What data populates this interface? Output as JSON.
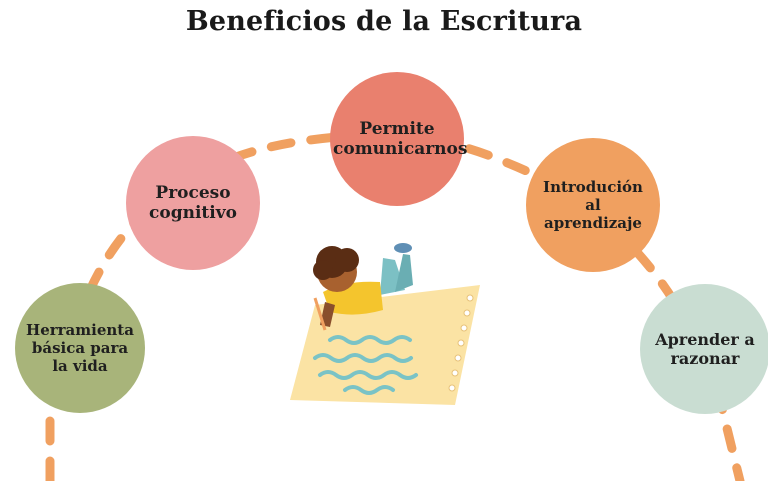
{
  "title": "Beneficios de la Escritura",
  "colors": {
    "dash": "#f0a060",
    "node_1": "#a8b47a",
    "node_2": "#eea0a0",
    "node_3": "#e9806e",
    "node_4": "#f0a060",
    "node_5": "#c9ddd2"
  },
  "nodes": [
    {
      "label": "Herramienta básica para la vida"
    },
    {
      "label": "Proceso cognitivo"
    },
    {
      "label": "Permite comunicarnos"
    },
    {
      "label": "Introdución al aprendizaje"
    },
    {
      "label": "Aprender a razonar"
    }
  ],
  "illustration": {
    "icon": "child-writing-on-paper-icon"
  }
}
